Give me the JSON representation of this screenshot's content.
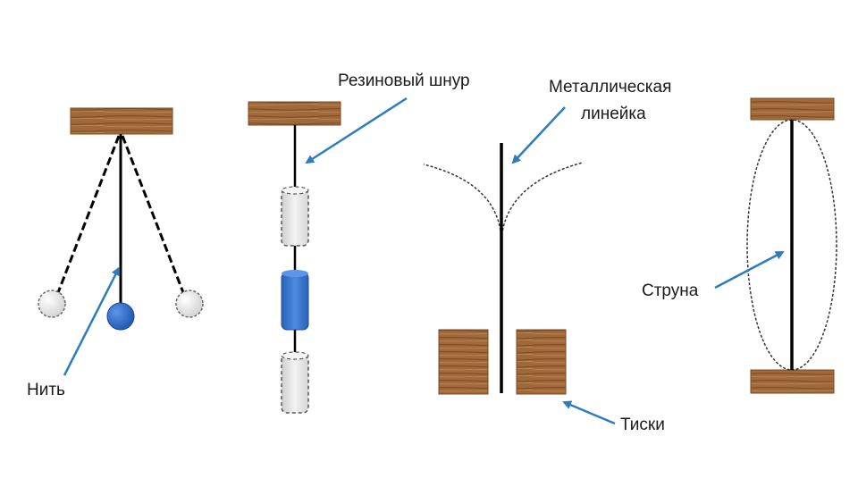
{
  "labels": {
    "thread": "Нить",
    "rubber_cord": "Резиновый шнур",
    "ruler_line1": "Металлическая",
    "ruler_line2": "линейка",
    "vise": "Тиски",
    "string": "Струна"
  },
  "colors": {
    "wood": "#9a6233",
    "wood_grain": "#6b3f1d",
    "arrow": "#2e7bbd",
    "bob": "#2f6fd0",
    "ghost": "#e6e6e6",
    "weight": "#3a7bd5",
    "line": "#000000"
  }
}
